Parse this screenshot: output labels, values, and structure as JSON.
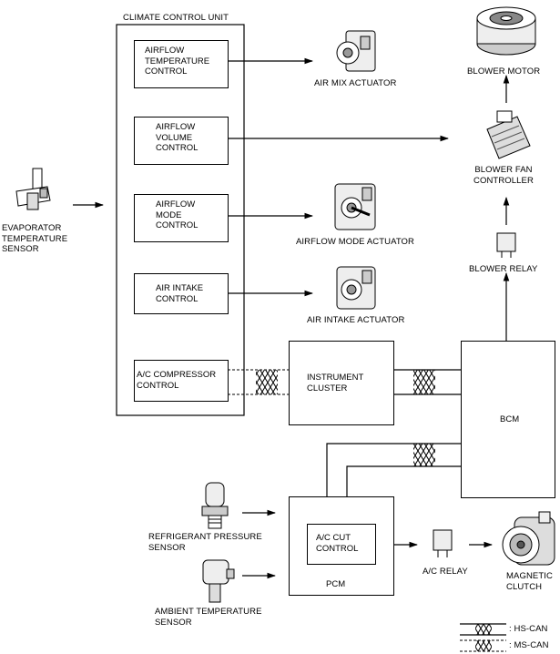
{
  "unit": {
    "title": "CLIMATE CONTROL UNIT",
    "functions": [
      "AIRFLOW\nTEMPERATURE\nCONTROL",
      "AIRFLOW\nVOLUME\nCONTROL",
      "AIRFLOW\nMODE\nCONTROL",
      "AIR INTAKE\nCONTROL",
      "A/C COMPRESSOR\nCONTROL"
    ]
  },
  "modules": {
    "instrument_cluster": "INSTRUMENT\nCLUSTER",
    "bcm": "BCM",
    "pcm": "PCM",
    "ac_cut": "A/C CUT\nCONTROL"
  },
  "components": {
    "evaporator_sensor": "EVAPORATOR\nTEMPERATURE\nSENSOR",
    "air_mix_actuator": "AIR MIX ACTUATOR",
    "airflow_mode_actuator": "AIRFLOW MODE ACTUATOR",
    "air_intake_actuator": "AIR INTAKE ACTUATOR",
    "blower_motor": "BLOWER MOTOR",
    "blower_fan_controller": "BLOWER FAN\nCONTROLLER",
    "blower_relay": "BLOWER RELAY",
    "refrigerant_pressure_sensor": "REFRIGERANT PRESSURE\nSENSOR",
    "ambient_temperature_sensor": "AMBIENT TEMPERATURE\nSENSOR",
    "ac_relay": "A/C RELAY",
    "magnetic_clutch": "MAGNETIC\nCLUTCH"
  },
  "legend": {
    "hs_can": ": HS-CAN",
    "ms_can": ": MS-CAN"
  }
}
